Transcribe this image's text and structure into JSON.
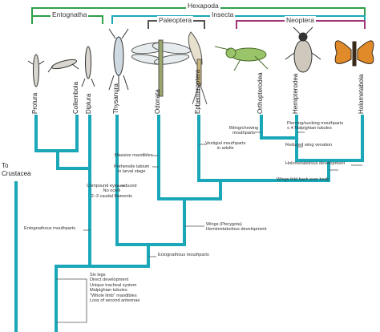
{
  "groups": {
    "hexapoda": "Hexapoda",
    "entognatha": "Entognatha",
    "insecta": "Insecta",
    "paleoptera": "Paleoptera",
    "neoptera": "Neoptera"
  },
  "taxa": [
    "Protura",
    "Collembola",
    "Diplura",
    "Thysanura",
    "Odonata",
    "Ephemeroptera",
    "Orthopterodea",
    "Hemipterodea",
    "Holometabola"
  ],
  "outgroup": [
    "To",
    "Crustacea"
  ],
  "characters": {
    "root": [
      "Six legs",
      "Direct development",
      "Unique tracheal system",
      "Malpighian tubules",
      "\"Whole limb\" mandibles",
      "Loss of second antennae"
    ],
    "entognathous": "Entognathous mouthparts",
    "ectognathous": "Ectognathous mouthparts",
    "pterygota": [
      "Wings (Pterygota)",
      "Hemimetabolous development"
    ],
    "wings_fold": "Wings fold back over body",
    "holometabolous": "Holometabolous development",
    "reduced_wing": "Reduced wing venation",
    "piercing": [
      "Piercing/sucking mouthparts",
      "≤ 4 Malpighian tubules"
    ],
    "biting": [
      "Biting/chewing",
      "mouthparts"
    ],
    "vestigial": [
      "Vestigial mouthparts",
      "in adults"
    ],
    "mandibles": "Massive mandibles",
    "prehensile": [
      "Prehensile labium",
      "in larval stage"
    ],
    "compound_eyes": [
      "Compound eyes reduced",
      "No ocelli",
      "2–3 caudal filaments"
    ]
  },
  "icons": [
    "protura-insect-icon",
    "springtail-icon",
    "dipluran-icon",
    "silverfish-icon",
    "dragonfly-icon",
    "mayfly-icon",
    "grasshopper-icon",
    "true-bug-icon",
    "butterfly-icon"
  ],
  "colors": {
    "tree": "#1aa8b8",
    "hexapoda_bracket": "#2e9e4a",
    "insecta_bracket": "#1aa8b8",
    "paleoptera_bracket": "#555555",
    "neoptera_bracket": "#a0357a"
  }
}
